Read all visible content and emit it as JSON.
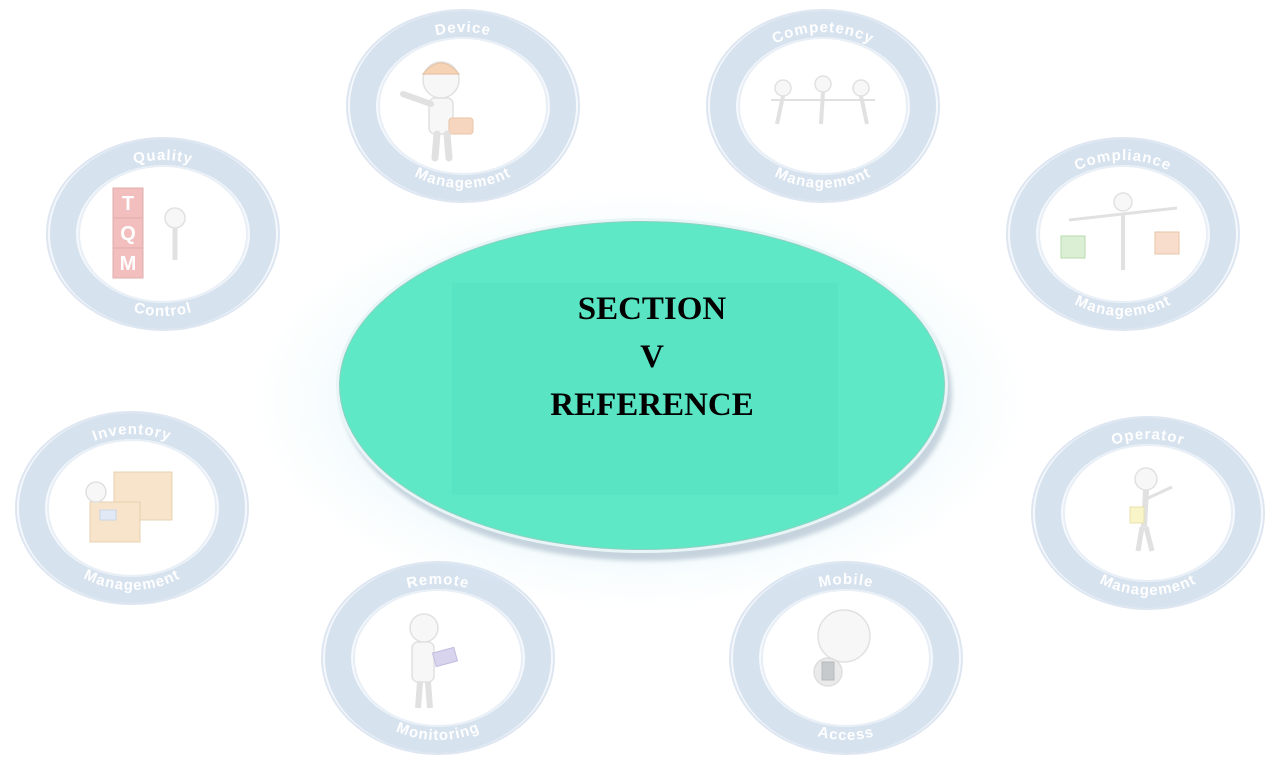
{
  "center": {
    "line1": "SECTION",
    "line2": "V",
    "line3": "REFERENCE",
    "fill_color": "#5fe8c6"
  },
  "badges": [
    {
      "top": "Device",
      "bottom": "Management",
      "icon": "person-with-hardhat-icon"
    },
    {
      "top": "Competency",
      "bottom": "Management",
      "icon": "people-pulling-rope-icon"
    },
    {
      "top": "Quality",
      "bottom": "Control",
      "icon": "tqm-blocks-icon"
    },
    {
      "top": "Compliance",
      "bottom": "Management",
      "icon": "balance-scale-icon"
    },
    {
      "top": "Inventory",
      "bottom": "Management",
      "icon": "boxes-icon"
    },
    {
      "top": "Operator",
      "bottom": "Management",
      "icon": "person-with-pointer-icon"
    },
    {
      "top": "Remote",
      "bottom": "Monitoring",
      "icon": "person-with-tablet-icon"
    },
    {
      "top": "Mobile",
      "bottom": "Access",
      "icon": "person-with-phone-icon"
    }
  ],
  "tqm_letters": [
    "T",
    "Q",
    "M"
  ]
}
